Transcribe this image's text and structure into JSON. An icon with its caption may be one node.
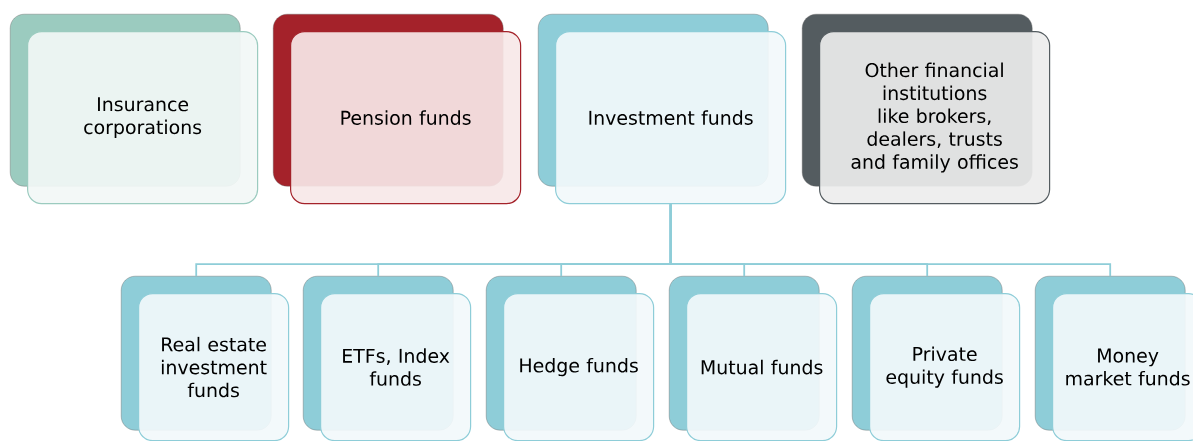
{
  "diagram": {
    "nodes": [
      {
        "text": [
          "Insurance corporations"
        ]
      },
      {
        "text": [
          "Pension funds"
        ]
      },
      {
        "text": [
          "Investment funds"
        ]
      },
      {
        "text": [
          "Other financial institutions like brokers, dealers, trusts and family offices"
        ]
      },
      {
        "text": [
          "Real estate investment funds"
        ]
      },
      {
        "text": [
          "ETFs, Index funds"
        ]
      },
      {
        "text": [
          "Hedge funds"
        ]
      },
      {
        "text": [
          "Mutual funds"
        ]
      },
      {
        "text": [
          "Private equity funds"
        ]
      },
      {
        "text": [
          "Money market funds"
        ]
      }
    ],
    "edges": [
      {
        "from": 2,
        "to": 4,
        "arrow": "none"
      },
      {
        "from": 2,
        "to": 5,
        "arrow": "none"
      },
      {
        "from": 2,
        "to": 6,
        "arrow": "none"
      },
      {
        "from": 2,
        "to": 7,
        "arrow": "none"
      },
      {
        "from": 2,
        "to": 8,
        "arrow": "none"
      },
      {
        "from": 2,
        "to": 9,
        "arrow": "none"
      }
    ]
  }
}
